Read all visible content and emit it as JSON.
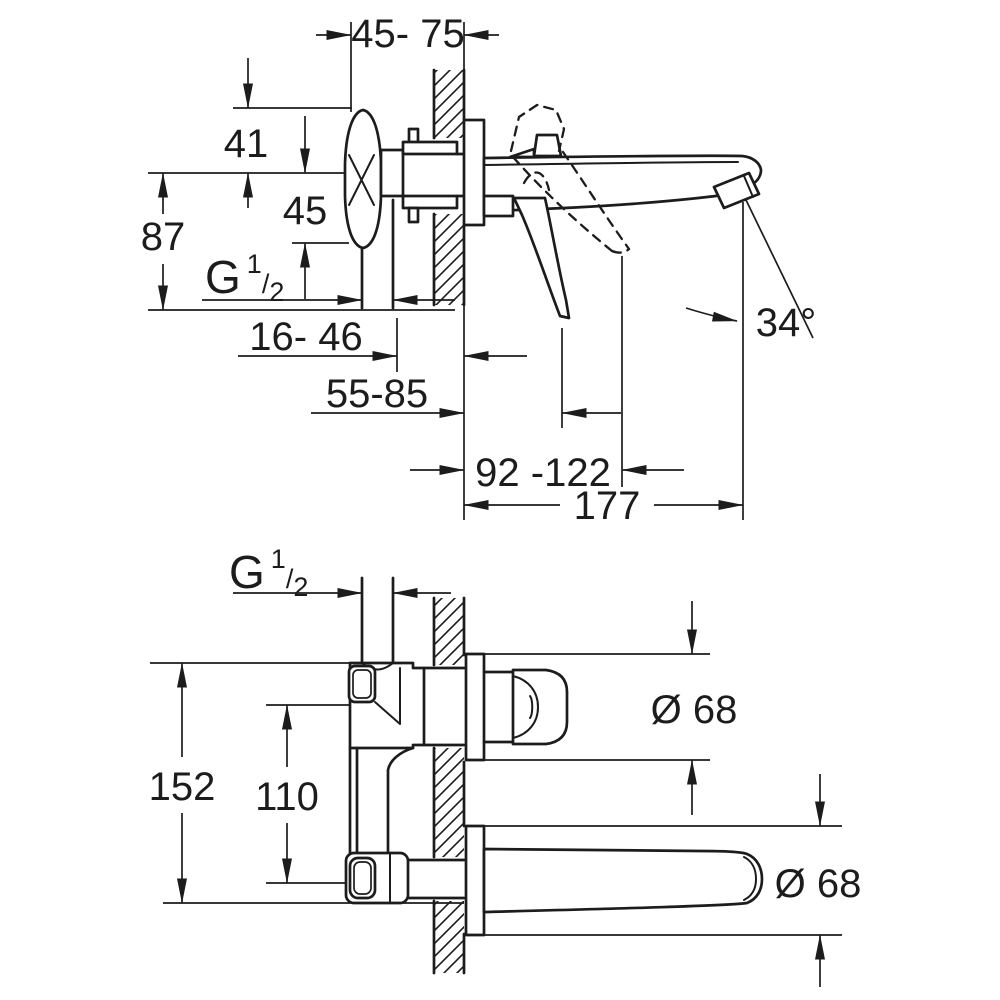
{
  "page": {
    "background": "#ffffff",
    "line_color": "#1c1c1c"
  },
  "drawing": {
    "kind": "dimensioned-installation-drawing",
    "views": {
      "side": {
        "labels": {
          "install_depth_range": "45- 75",
          "top_to_spout_axis": "41",
          "axis_to_connection_bottom": "87",
          "axis_to_body_bottom": "45",
          "body_to_wall_range": "16- 46",
          "wall_to_lever_range": "55-85",
          "wall_to_lever_open_range": "92 -122",
          "spout_projection": "177",
          "spout_angle": "34°"
        }
      },
      "plan": {
        "labels": {
          "overall_body_height": "152",
          "connection_spacing": "110",
          "rosette_diameter_handle": "Ø 68",
          "rosette_diameter_spout": "Ø 68"
        }
      }
    },
    "thread": {
      "letter": "G",
      "numerator": "1",
      "slash": "/",
      "denominator": "2"
    }
  }
}
